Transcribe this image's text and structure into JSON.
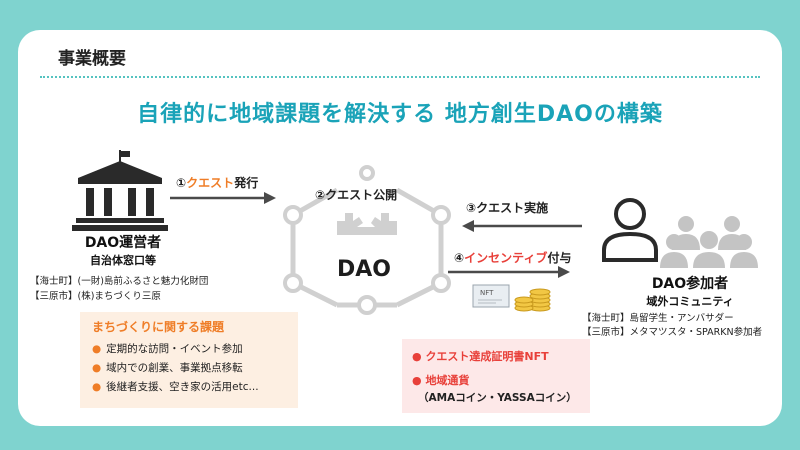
{
  "header": {
    "section_title": "事業概要"
  },
  "main_title": "自律的に地域課題を解決する 地方創生DAOの構築",
  "operator": {
    "name": "DAO運営者",
    "subtitle": "自治体窓口等",
    "orgs": [
      "【海士町】(一財)島前ふるさと魅力化財団",
      "【三原市】(株)まちづくり三原"
    ]
  },
  "steps": {
    "s1": {
      "num": "①",
      "highlight": "クエスト",
      "rest": "発行"
    },
    "s2": {
      "text": "②クエスト公開"
    },
    "s3": {
      "text": "③クエスト実施"
    },
    "s4": {
      "num": "④",
      "highlight": "インセンティブ",
      "rest": "付与"
    }
  },
  "dao_label": "DAO",
  "participant": {
    "name": "DAO参加者",
    "subtitle": "域外コミュニティ",
    "orgs": [
      "【海士町】島留学生・アンバサダー",
      "【三原市】メタマツスタ・SPARKN参加者"
    ]
  },
  "issues": {
    "title": "まちづくりに関する課題",
    "items": [
      "定期的な訪問・イベント参加",
      "域内での創業、事業拠点移転",
      "後継者支援、空き家の活用etc..."
    ]
  },
  "rewards": {
    "items": [
      "クエスト達成証明書NFT",
      "地域通貨"
    ],
    "sub": "（AMAコイン・YASSAコイン）"
  },
  "icons": {
    "operator": "government-building-icon",
    "participant": "person-icon",
    "community": "people-group-icon",
    "nft": "nft-certificate-icon",
    "coins": "coin-stack-icon",
    "dao": "gear-network-icon"
  },
  "colors": {
    "background": "#7fd3cf",
    "title": "#1aa3b8",
    "accent_orange": "#ef7d27",
    "accent_red": "#e8403a",
    "arrow": "#4a4a4a"
  }
}
